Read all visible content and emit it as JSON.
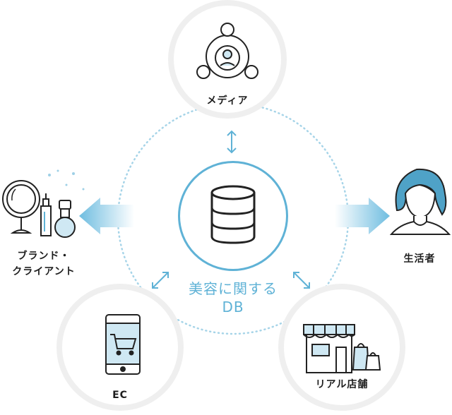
{
  "center": {
    "title_line1": "美容に関する",
    "title_line2": "DB"
  },
  "nodes": {
    "media": "メディア",
    "ec": "EC",
    "store": "リアル店舗"
  },
  "sides": {
    "brand_line1": "ブランド・",
    "brand_line2": "クライアント",
    "consumer": "生活者"
  },
  "colors": {
    "accent": "#5fb2d6",
    "accent_light": "#cfe8f3",
    "node_border": "#efefef",
    "icon_stroke": "#222222",
    "hair": "#4fa2c7"
  }
}
